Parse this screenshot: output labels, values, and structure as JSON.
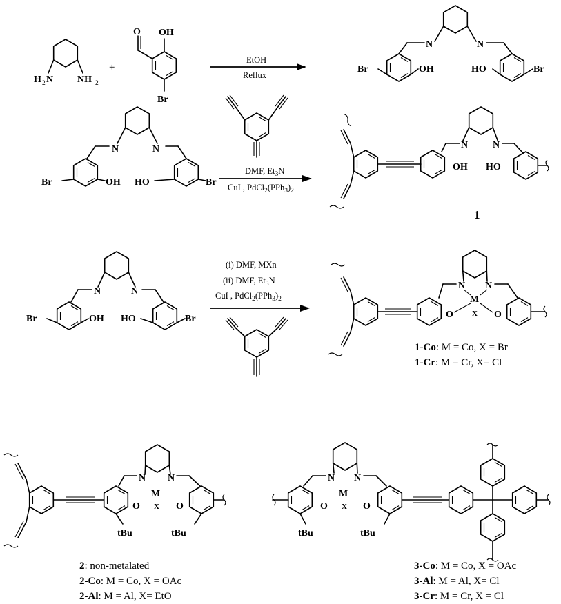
{
  "atoms": {
    "nh2": "NH",
    "h2n": "H",
    "h2n_n": "N",
    "two": "2",
    "plus": "+",
    "o": "O",
    "oh": "OH",
    "ho": "HO",
    "br": "Br",
    "n": "N",
    "m": "M",
    "x": "X",
    "tbu": "tBu"
  },
  "step1": {
    "line1": "EtOH",
    "line2": "Reflux"
  },
  "step2": {
    "line1": "DMF, Et",
    "line1_sub": "3",
    "line1_tail": "N",
    "line2": "CuI , PdCl",
    "line2_sub1": "2",
    "line2_mid": "(PPh",
    "line2_sub2": "3",
    "line2_tail": ")"
  },
  "step3": {
    "line1": "(i) DMF, MXn",
    "line2": "(ii) DMF, Et",
    "line2_sub": "3",
    "line2_tail": "N",
    "line3": "CuI , PdCl",
    "line3_sub1": "2",
    "line3_mid": "(PPh",
    "line3_sub2": "3",
    "line3_tail": ")"
  },
  "compound1": {
    "label": "1"
  },
  "compound1_variants": [
    {
      "id": "1-Co",
      "desc": ":  M = Co, X = Br"
    },
    {
      "id": "1-Cr",
      "desc": ":  M = Cr,  X= Cl"
    }
  ],
  "compound2_variants": [
    {
      "id": "2",
      "desc": ": non-metalated"
    },
    {
      "id": "2-Co",
      "desc": ":  M = Co, X = OAc"
    },
    {
      "id": "2-Al",
      "desc": ":  M = Al,  X= EtO"
    }
  ],
  "compound3_variants": [
    {
      "id": "3-Co",
      "desc": ":  M = Co, X = OAc"
    },
    {
      "id": "3-Al",
      "desc": ":  M = Al,  X= Cl"
    },
    {
      "id": "3-Cr",
      "desc": ":  M = Cr, X = Cl"
    }
  ]
}
